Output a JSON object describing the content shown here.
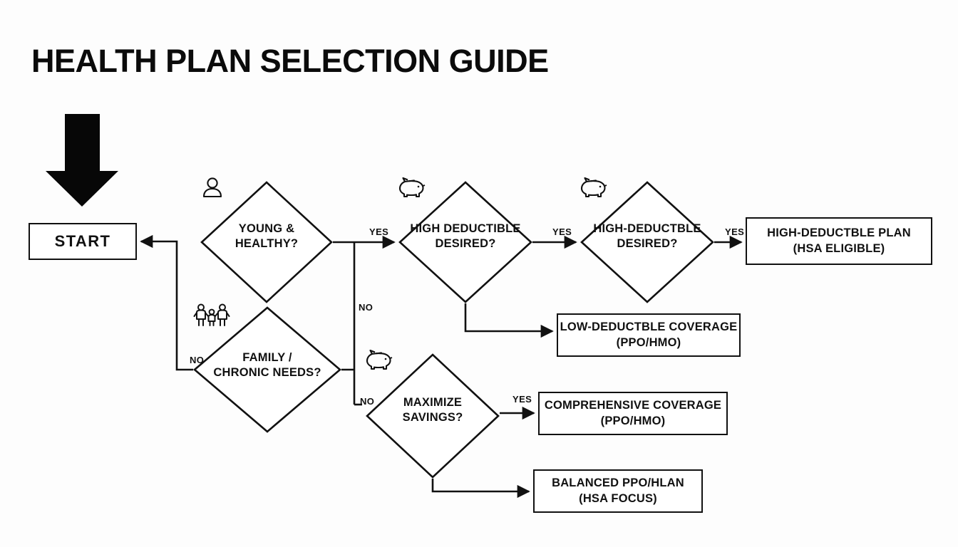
{
  "page": {
    "title": "HEALTH PLAN SELECTION GUIDE",
    "background_color": "#fdfdfd",
    "line_color": "#111111",
    "text_color": "#111111"
  },
  "nodes": {
    "start": {
      "label": "START",
      "shape": "rectangle"
    },
    "young_healthy": {
      "line1": "YOUNG &",
      "line2": "HEALTHY?",
      "icon": "person-icon",
      "shape": "diamond"
    },
    "high_deductible_desired": {
      "line1": "HIGH DEDUCTIBLE",
      "line2": "DESIRED?",
      "icon": "piggy-bank-icon",
      "shape": "diamond"
    },
    "high_deductible_desired_2": {
      "line1": "HIGH-DEDUCTBLE",
      "line2": "DESIRED?",
      "icon": "piggy-bank-icon",
      "shape": "diamond"
    },
    "family_chronic": {
      "line1": "FAMILY /",
      "line2": "CHRONIC NEEDS?",
      "icon": "family-icon",
      "shape": "diamond"
    },
    "maximize_savings": {
      "line1": "MAXIMIZE",
      "line2": "SAVINGS?",
      "icon": "piggy-bank-icon",
      "shape": "diamond"
    }
  },
  "results": {
    "high_deductible_plan": {
      "line1": "HIGH-DEDUCTBLE PLAN",
      "line2": "(HSA ELIGIBLE)"
    },
    "low_deductible_coverage": {
      "line1": "LOW-DEDUCTBLE COVERAGE",
      "line2": "(PPO/HMO)"
    },
    "comprehensive_coverage": {
      "line1": "COMPREHENSIVE COVERAGE",
      "line2": "(PPO/HMO)"
    },
    "balanced_plan": {
      "line1": "BALANCED PPO/HLAN",
      "line2": "(HSA FOCUS)"
    }
  },
  "edge_labels": {
    "young_yes": "YES",
    "young_no": "NO",
    "hdd_yes": "YES",
    "hdd2_yes": "YES",
    "family_no": "NO",
    "family_savings_no": "NO",
    "savings_yes": "YES"
  }
}
